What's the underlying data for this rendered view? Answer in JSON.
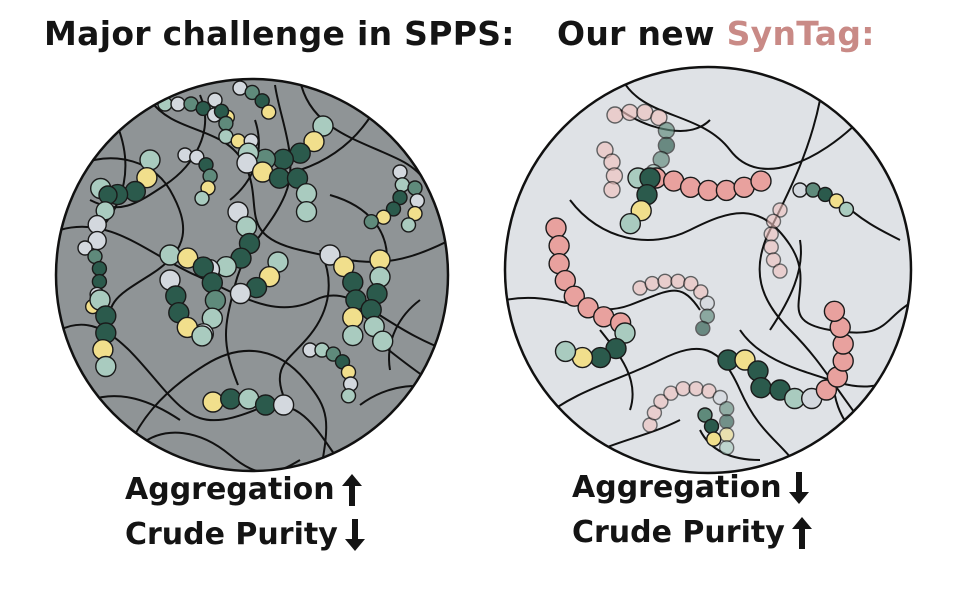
{
  "left_panel": {
    "title": "Major challenge in SPPS:",
    "stats": [
      {
        "label": "Aggregation",
        "direction": "up"
      },
      {
        "label": "Crude Purity",
        "direction": "down"
      }
    ]
  },
  "right_panel": {
    "title_prefix": "Our new ",
    "title_highlight": "SynTag:",
    "stats": [
      {
        "label": "Aggregation",
        "direction": "down"
      },
      {
        "label": "Crude Purity",
        "direction": "up"
      }
    ]
  },
  "colors": {
    "text": "#141414",
    "accent": "#c98a86",
    "left_background": "#8f9496",
    "right_background": "#dfe2e6",
    "bead_dark_green": "#2b5a4c",
    "bead_mid_green": "#5f8a7b",
    "bead_light_green": "#a9cbbf",
    "bead_yellow": "#f1df8c",
    "bead_light_grey": "#d3d8de",
    "bead_pink": "#e8a19e",
    "bead_light_pink": "#eec2bf"
  }
}
